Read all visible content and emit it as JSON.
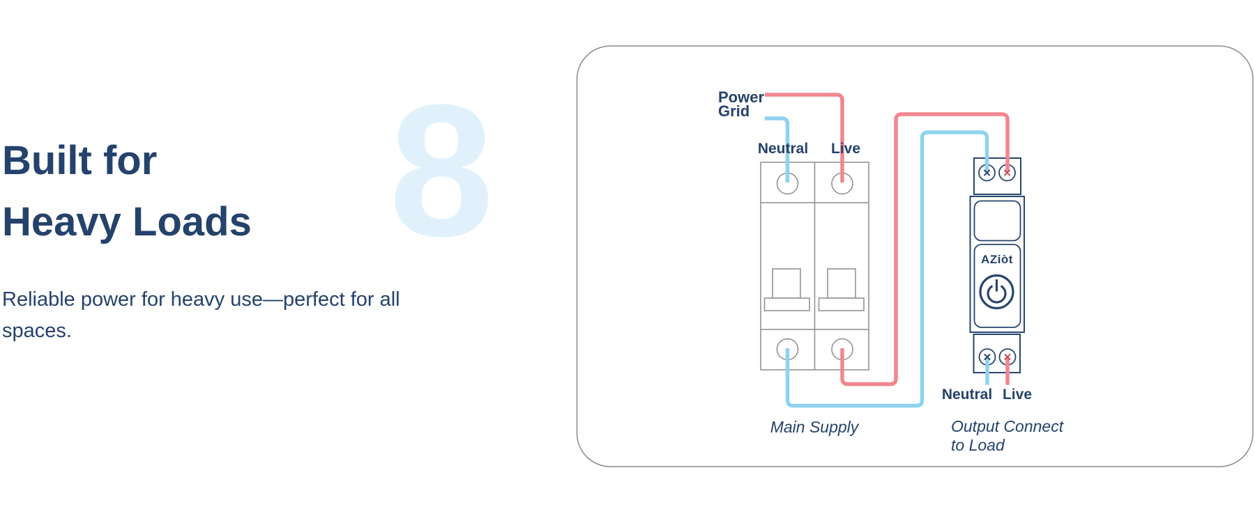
{
  "section": {
    "number": "8",
    "title_line1": "Built for",
    "title_line2": "Heavy Loads",
    "subtitle": "Reliable power for heavy use—perfect for all\nspaces."
  },
  "diagram": {
    "power_grid_label": "Power\nGrid",
    "breaker": {
      "neutral_label": "Neutral",
      "live_label": "Live",
      "caption": "Main Supply"
    },
    "device": {
      "brand": "AZiòt",
      "neutral_label": "Neutral",
      "live_label": "Live",
      "caption": "Output Connect\nto Load"
    }
  },
  "colors": {
    "navy": "#24426B",
    "device_navy": "#27466E",
    "outline_gray": "#8C8C8C",
    "wire_live": "#F2868E",
    "wire_neutral": "#8FD2F0",
    "xmark_live": "#C25059",
    "numeral": "#E1F1FB"
  }
}
